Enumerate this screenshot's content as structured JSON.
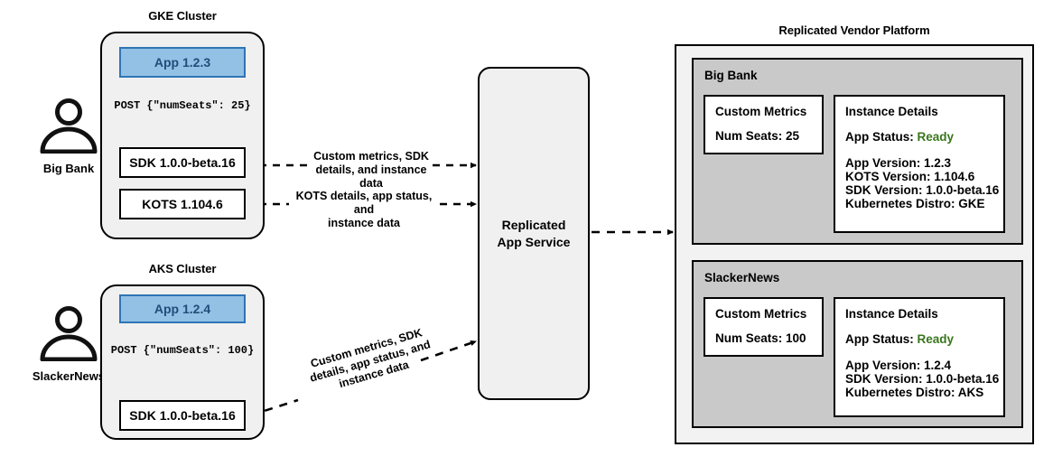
{
  "actors": [
    {
      "id": "big-bank",
      "label": "Big Bank",
      "icon": "person-icon"
    },
    {
      "id": "slackernews",
      "label": "SlackerNews",
      "icon": "person-icon"
    }
  ],
  "clusters": [
    {
      "id": "gke",
      "title": "GKE Cluster",
      "app": "App 1.2.3",
      "post": "POST {\"numSeats\": 25}",
      "components": [
        {
          "id": "sdk",
          "label": "SDK 1.0.0-beta.16"
        },
        {
          "id": "kots",
          "label": "KOTS 1.104.6"
        }
      ]
    },
    {
      "id": "aks",
      "title": "AKS Cluster",
      "app": "App 1.2.4",
      "post": "POST {\"numSeats\": 100}",
      "components": [
        {
          "id": "sdk",
          "label": "SDK 1.0.0-beta.16"
        }
      ]
    }
  ],
  "edges": [
    {
      "id": "sdk-to-service",
      "line1": "Custom metrics, SDK",
      "line2": "details, and instance data"
    },
    {
      "id": "kots-to-service",
      "line1": "KOTS details, app status, and",
      "line2": "instance data"
    },
    {
      "id": "aks-sdk-to-service",
      "line1": "Custom metrics, SDK",
      "line2": "details, app status, and",
      "line3": "instance data"
    }
  ],
  "service": {
    "line1": "Replicated",
    "line2": "App Service"
  },
  "platform": {
    "title": "Replicated Vendor Platform",
    "tenants": [
      {
        "id": "big-bank",
        "name": "Big Bank",
        "metrics": {
          "heading": "Custom Metrics",
          "rows": [
            "Num Seats: 25"
          ]
        },
        "instance": {
          "heading": "Instance Details",
          "status_label": "App Status:",
          "status_value": "Ready",
          "rows": [
            "App Version: 1.2.3",
            "KOTS Version: 1.104.6",
            "SDK Version: 1.0.0-beta.16",
            "Kubernetes Distro: GKE"
          ]
        }
      },
      {
        "id": "slackernews",
        "name": "SlackerNews",
        "metrics": {
          "heading": "Custom Metrics",
          "rows": [
            "Num Seats: 100"
          ]
        },
        "instance": {
          "heading": "Instance Details",
          "status_label": "App Status:",
          "status_value": "Ready",
          "rows": [
            "App Version: 1.2.4",
            "SDK Version: 1.0.0-beta.16",
            "Kubernetes Distro: AKS"
          ]
        }
      }
    ]
  },
  "colors": {
    "app_fill": "#93c0e5",
    "app_border": "#2e75b6",
    "app_text": "#1f4e79",
    "cluster_fill": "#f0f0f0",
    "tenant_fill": "#c9c9c9",
    "platform_fill": "#f2f2f2",
    "status_ready": "#38761d",
    "stroke": "#000000"
  }
}
